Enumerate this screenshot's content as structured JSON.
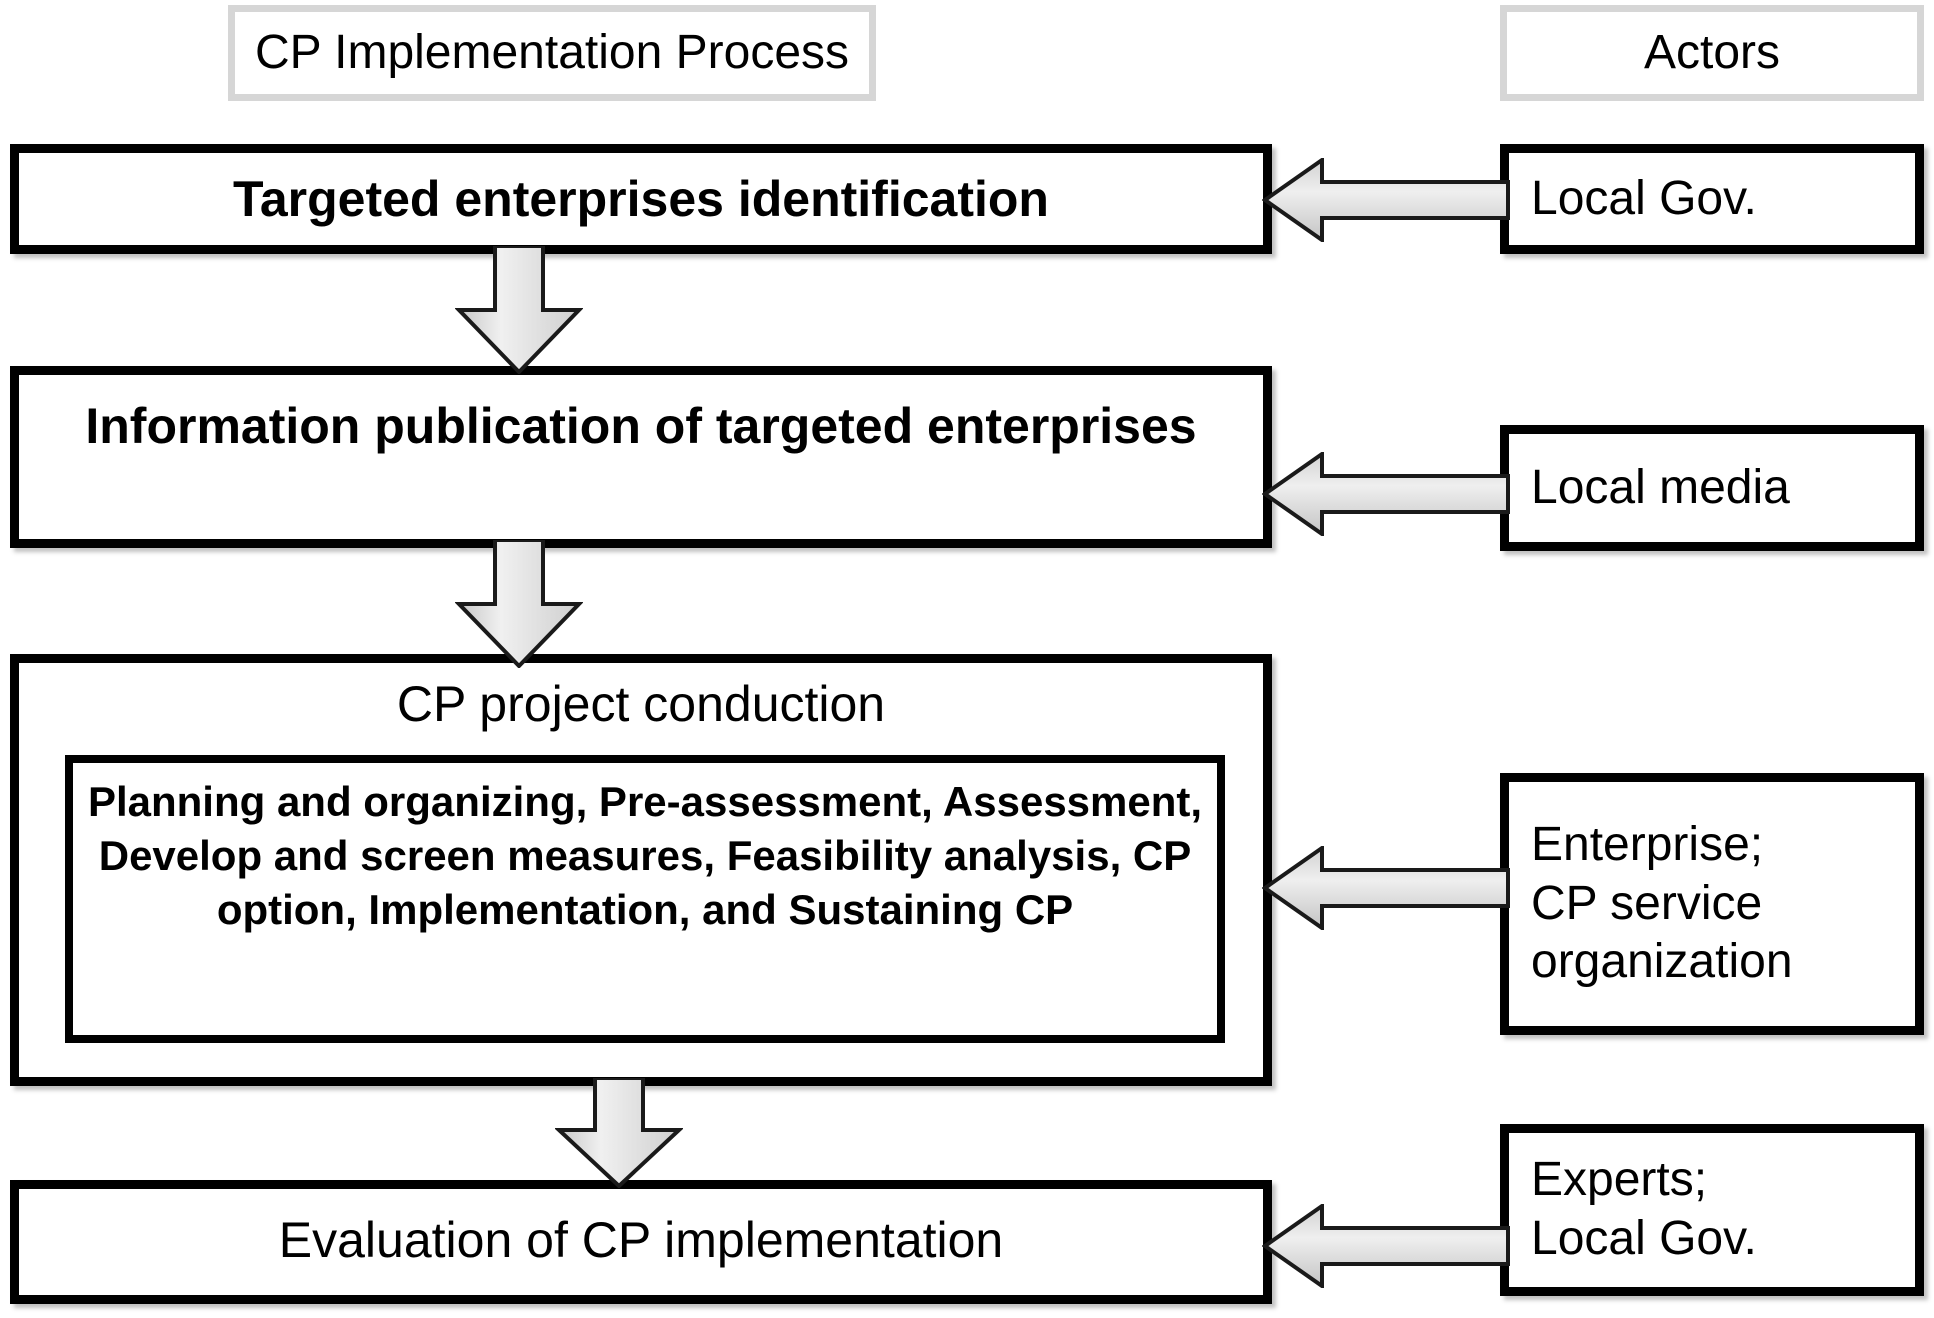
{
  "headers": {
    "process_column": "CP Implementation Process",
    "actors_column": "Actors"
  },
  "process_steps": [
    {
      "id": "step-1",
      "title": "Targeted enterprises identification"
    },
    {
      "id": "step-2",
      "title": "Information publication  of targeted enterprises"
    },
    {
      "id": "step-3",
      "title": "CP project conduction",
      "detail": "Planning and organizing, Pre-assessment, Assessment, Develop and screen measures, Feasibility analysis, CP option, Implementation, and Sustaining CP"
    },
    {
      "id": "step-4",
      "title": "Evaluation of CP implementation"
    }
  ],
  "actors": [
    {
      "id": "actor-1",
      "label": "Local Gov."
    },
    {
      "id": "actor-2",
      "label": "Local media"
    },
    {
      "id": "actor-3",
      "label": "Enterprise;\nCP service\norganization"
    },
    {
      "id": "actor-4",
      "label": "Experts;\nLocal Gov."
    }
  ],
  "connectors": {
    "down_arrows": 3,
    "left_arrows": 4,
    "arrow_fill_light": "#f2f2f2",
    "arrow_fill_dark": "#bfbfbf",
    "arrow_stroke": "#1a1a1a"
  },
  "colors": {
    "box_border": "#000000",
    "header_border": "#d6d6d6",
    "background": "#ffffff",
    "text": "#000000"
  }
}
